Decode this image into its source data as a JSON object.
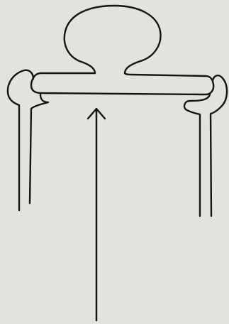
{
  "figure": {
    "kind": "line drawing",
    "colors": {
      "paper": "#e4e2dd",
      "ink": "#141414",
      "bleed_text": "#7c7a76"
    },
    "parts": [
      "head",
      "bar",
      "left-side-element",
      "right-side-element",
      "arrow"
    ]
  },
  "bleed_through": {
    "top_line": "",
    "bottom_lines": [
      "",
      "",
      ""
    ]
  }
}
